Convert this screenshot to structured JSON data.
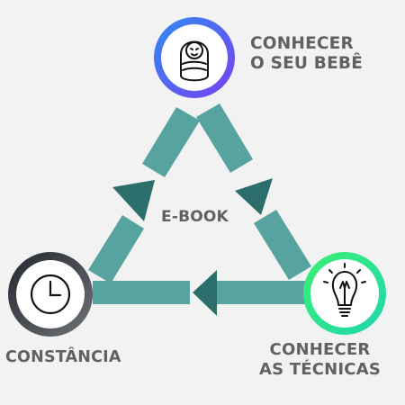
{
  "nodes": {
    "top": {
      "label_line1": "CONHECER",
      "label_line2": "O SEU BEBÊ",
      "icon": "baby-icon",
      "gradient": [
        "#2f8cf0",
        "#7b3ff2"
      ]
    },
    "right": {
      "label_line1": "CONHECER",
      "label_line2": "AS TÉCNICAS",
      "icon": "lightbulb-icon",
      "gradient": [
        "#22e0a0",
        "#3cf070"
      ]
    },
    "left": {
      "label": "CONSTÂNCIA",
      "icon": "clock-icon",
      "gradient": [
        "#2a2f38",
        "#6a6d72"
      ]
    }
  },
  "center_label": "E-BOOK",
  "colors": {
    "arrow_band": "#57a3a0",
    "arrow_head": "#2c6e6b",
    "label_text": "#616161",
    "background": "#f2f2f2"
  }
}
